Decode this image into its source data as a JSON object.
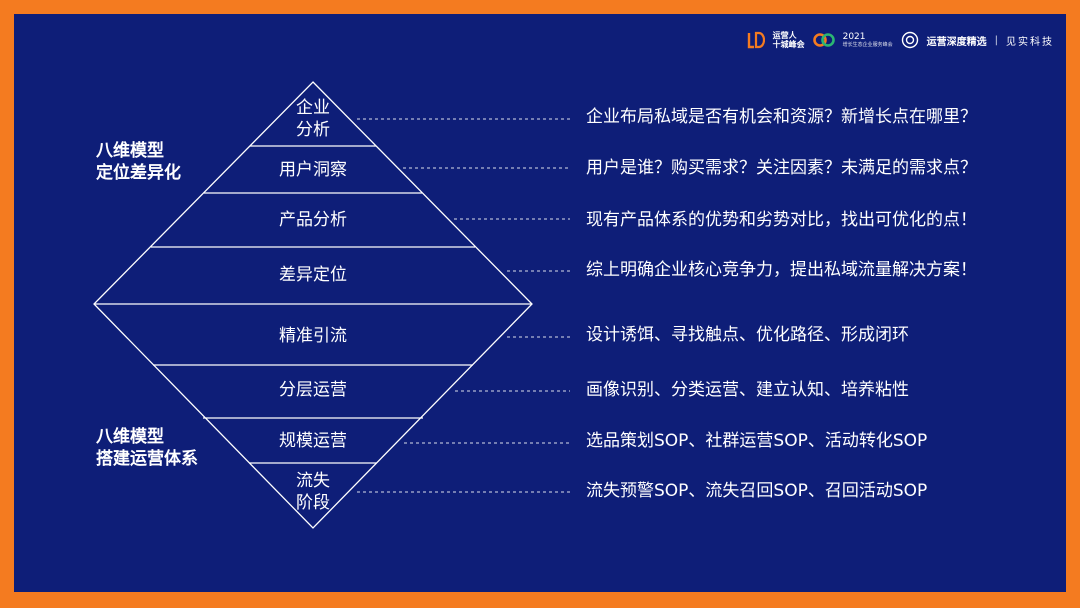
{
  "logos": {
    "logo1_text": "运营人\n十城峰会",
    "logo2_year": "2021",
    "logo2_text": "增长生态企业服务峰会",
    "logo3_text": "运营深度精选",
    "separator": "|",
    "brand": "见实科技",
    "colors": {
      "logo1": "#F47B20",
      "logo2a": "#F47B20",
      "logo2b": "#2BB673"
    }
  },
  "side_titles": {
    "top": [
      "八维模型",
      "定位差异化"
    ],
    "bottom": [
      "八维模型",
      "搭建运营体系"
    ]
  },
  "layers": [
    {
      "label": "企业\n分析",
      "desc": "企业布局私域是否有机会和资源？新增长点在哪里？"
    },
    {
      "label": "用户洞察",
      "desc": "用户是谁？购买需求？关注因素？未满足的需求点？"
    },
    {
      "label": "产品分析",
      "desc": "现有产品体系的优势和劣势对比，找出可优化的点！"
    },
    {
      "label": "差异定位",
      "desc": "综上明确企业核心竞争力，提出私域流量解决方案！"
    },
    {
      "label": "精准引流",
      "desc": "设计诱饵、寻找触点、优化路径、形成闭环"
    },
    {
      "label": "分层运营",
      "desc": "画像识别、分类运营、建立认知、培养粘性"
    },
    {
      "label": "规模运营",
      "desc": "选品策划SOP、社群运营SOP、活动转化SOP"
    },
    {
      "label": "流失\n阶段",
      "desc": "流失预警SOP、流失召回SOP、召回活动SOP"
    }
  ],
  "colors": {
    "background": "#0E1E78",
    "frame": "#F47B20",
    "lines": "#FFFFFF"
  }
}
